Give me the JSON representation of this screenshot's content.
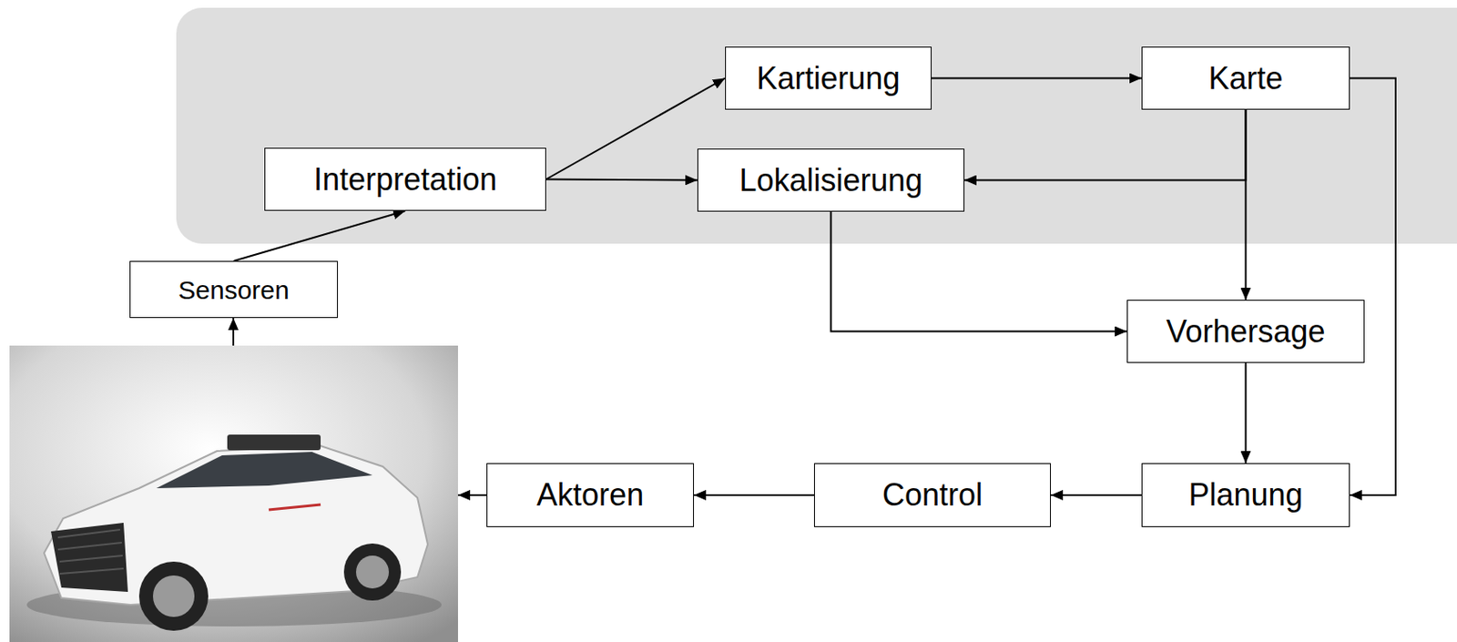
{
  "diagram": {
    "nodes": [
      {
        "text": [
          "Kartierung"
        ]
      },
      {
        "text": [
          "Karte"
        ]
      },
      {
        "text": [
          "Interpretation"
        ]
      },
      {
        "text": [
          "Lokalisierung"
        ]
      },
      {
        "text": [
          "Sensoren"
        ]
      },
      {
        "text": [
          "Vorhersage"
        ]
      },
      {
        "text": [
          "Aktoren"
        ]
      },
      {
        "text": [
          "Control"
        ]
      },
      {
        "text": [
          "Planung"
        ]
      }
    ],
    "edges": [
      {
        "from": 4,
        "to": 2,
        "arrow": "to"
      },
      {
        "from": 2,
        "to": 0,
        "arrow": "to"
      },
      {
        "from": 2,
        "to": 3,
        "arrow": "to"
      },
      {
        "from": 0,
        "to": 1,
        "arrow": "to"
      },
      {
        "from": 1,
        "to": 3,
        "arrow": "to"
      },
      {
        "from": 1,
        "to": 5,
        "arrow": "to"
      },
      {
        "from": 1,
        "to": 8,
        "arrow": "to"
      },
      {
        "from": 3,
        "to": 5,
        "arrow": "to"
      },
      {
        "from": 5,
        "to": 8,
        "arrow": "to"
      },
      {
        "from": 8,
        "to": 7,
        "arrow": "to"
      },
      {
        "from": 7,
        "to": 6,
        "arrow": "to"
      }
    ]
  }
}
